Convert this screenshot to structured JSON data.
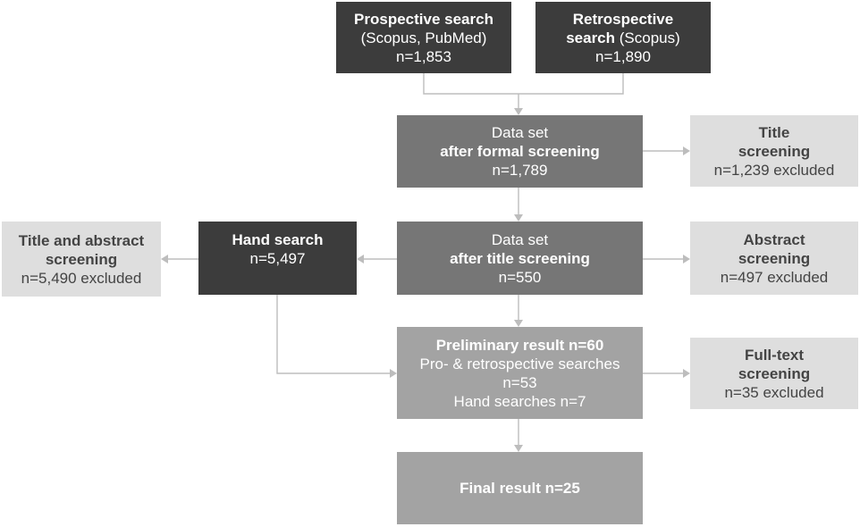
{
  "prospective": {
    "title": "Prospective search",
    "detail": "(Scopus, PubMed)",
    "count": "n=1,853"
  },
  "retrospective": {
    "title_a": "Retrospective",
    "title_b": "search",
    "detail": "(Scopus)",
    "count": "n=1,890"
  },
  "formal": {
    "line1": "Data set",
    "line2": "after formal screening",
    "count": "n=1,789"
  },
  "title_excl": {
    "line1": "Title",
    "line2": "screening",
    "count": "n=1,239 excluded"
  },
  "title_set": {
    "line1": "Data set",
    "line2": "after title screening",
    "count": "n=550"
  },
  "abstract_excl": {
    "line1": "Abstract",
    "line2": "screening",
    "count": "n=497 excluded"
  },
  "hand": {
    "title": "Hand search",
    "count": "n=5,497"
  },
  "hand_excl": {
    "line1": "Title and abstract",
    "line2": "screening",
    "count": "n=5,490 excluded"
  },
  "preliminary": {
    "title": "Preliminary result n=60",
    "line2": "Pro- & retrospective searches",
    "line3": "n=53",
    "line4": "Hand searches n=7"
  },
  "fulltext_excl": {
    "line1": "Full-text",
    "line2": "screening",
    "count": "n=35 excluded"
  },
  "final": {
    "title": "Final result n=25"
  }
}
